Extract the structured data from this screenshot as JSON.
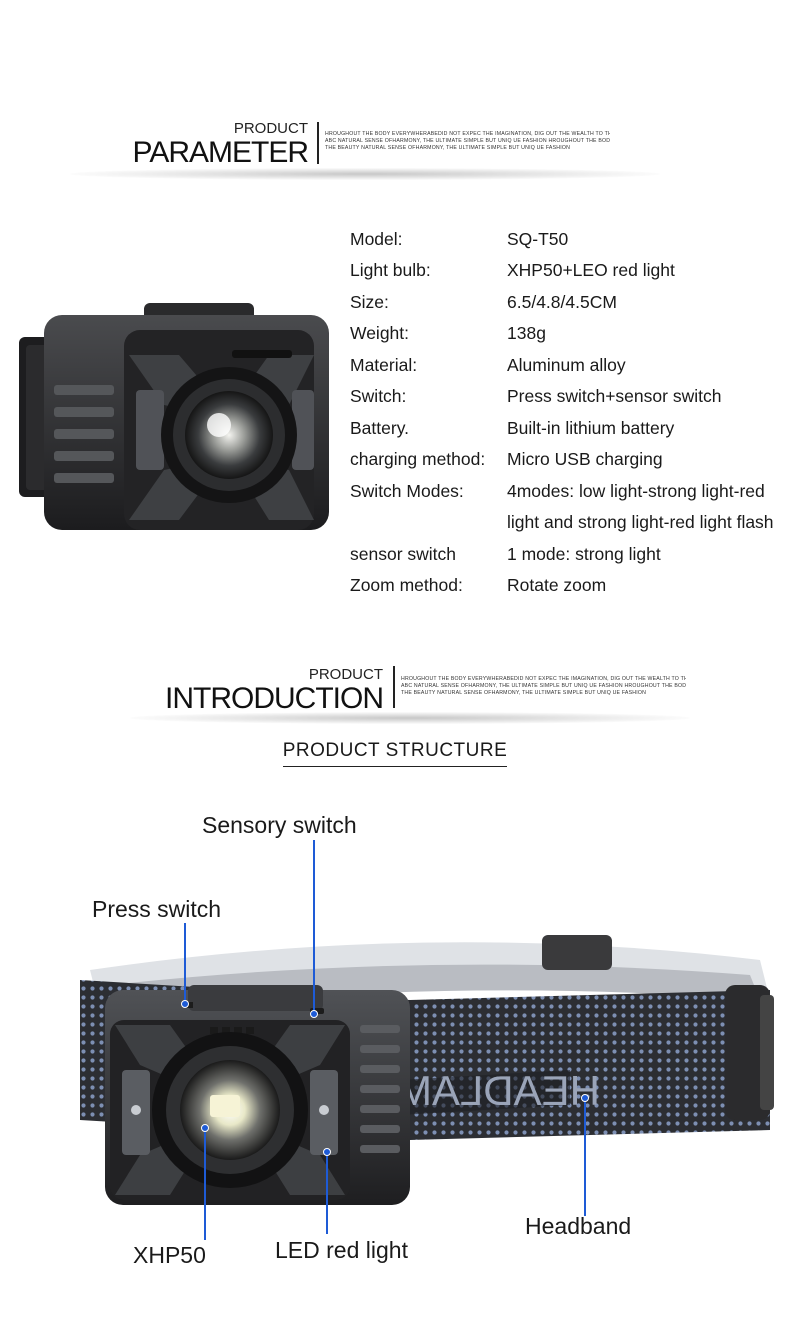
{
  "parameter_header": {
    "small": "PRODUCT",
    "big": "PARAMETER",
    "note_lines": [
      "HROUGHOUT THE BODY EVERYWHERABEDID NOT EXPEC THE IMAGINATION, DIG OUT THE WEALTH TO THE BEAUTY NATURAL",
      "ABC NATURAL SENSE OFHARMONY, THE ULTIMATE SIMPLE BUT UNIQ UE FASHION HROUGHOUT THE BODY",
      "THE BEAUTY NATURAL SENSE OFHARMONY, THE ULTIMATE SIMPLE BUT UNIQ UE FASHION"
    ]
  },
  "specs": [
    {
      "label": "Model:",
      "value": "SQ-T50"
    },
    {
      "label": "Light bulb:",
      "value": "XHP50+LEO red light"
    },
    {
      "label": "Size:",
      "value": "6.5/4.8/4.5CM"
    },
    {
      "label": "Weight:",
      "value": "138g"
    },
    {
      "label": "Material:",
      "value": "Aluminum alloy"
    },
    {
      "label": "Switch:",
      "value": "Press switch+sensor switch"
    },
    {
      "label": "Battery.",
      "value": "Built-in lithium battery"
    },
    {
      "label": "charging method:",
      "value": "Micro USB charging"
    },
    {
      "label": "Switch Modes:",
      "value": "4modes: low light-strong light-red"
    },
    {
      "label": "",
      "value": "light and strong light-red light flash"
    },
    {
      "label": "sensor switch",
      "value": "1 mode: strong light"
    },
    {
      "label": "Zoom method:",
      "value": "Rotate zoom"
    }
  ],
  "introduction_header": {
    "small": "PRODUCT",
    "big": "INTRODUCTION",
    "note_lines": [
      "HROUGHOUT THE BODY EVERYWHERABEDID NOT EXPEC THE IMAGINATION, DIG OUT THE WEALTH TO THE BEAUTY NATURAL",
      "ABC NATURAL SENSE OFHARMONY, THE ULTIMATE SIMPLE BUT UNIQ UE FASHION HROUGHOUT THE BODY",
      "THE BEAUTY NATURAL SENSE OFHARMONY, THE ULTIMATE SIMPLE BUT UNIQ UE FASHION"
    ]
  },
  "structure": {
    "title": "PRODUCT STRUCTURE",
    "callouts": {
      "sensory_switch": "Sensory switch",
      "press_switch": "Press switch",
      "headband": "Headband",
      "xhp50": "XHP50",
      "led_red_light": "LED red light"
    },
    "headband_print": "HEADLAMP"
  },
  "colors": {
    "leader": "#1e5bd6",
    "lamp_body": "#2a2a2c",
    "lamp_metal": "#6b6d70",
    "band": "#2f3136"
  }
}
